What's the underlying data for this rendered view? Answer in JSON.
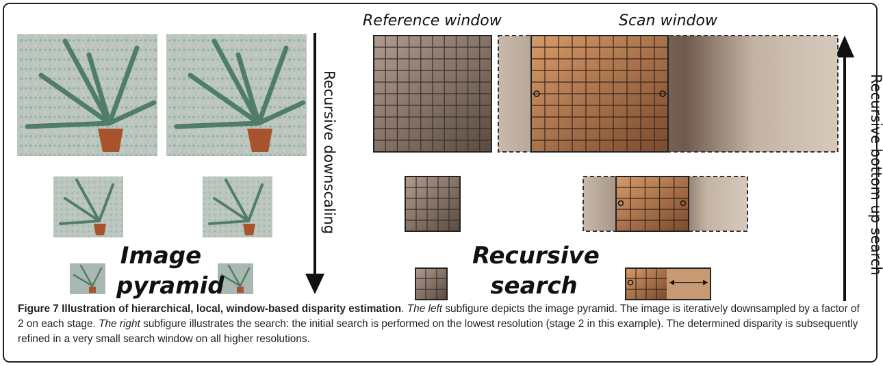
{
  "labels": {
    "reference_window": "Reference window",
    "scan_window": "Scan window",
    "recursive_downscaling": "Recursive downscaling",
    "recursive_bottom_up_search": "Recursive bottom up search",
    "image_pyramid_line1": "Image",
    "image_pyramid_line2": "pyramid",
    "recursive_search_line1": "Recursive",
    "recursive_search_line2": "search"
  },
  "caption": {
    "figure_title": "Figure 7 Illustration of hierarchical, local, window-based disparity estimation",
    "t1": ". ",
    "left_em": "The left",
    "t2": " subfigure depicts the image pyramid. The image is iteratively downsampled by a factor of 2 on each stage. ",
    "right_em": "The right",
    "t3": " subfigure illustrates the search: the initial search is performed on the lowest resolution (stage 2 in this example). The determined disparity is subsequently refined in a very small search window on all higher resolutions."
  },
  "colors": {
    "reference_tone": "#8a7a70",
    "scan_tone": "#c78a5c",
    "background_tone": "#cdbfb0"
  }
}
